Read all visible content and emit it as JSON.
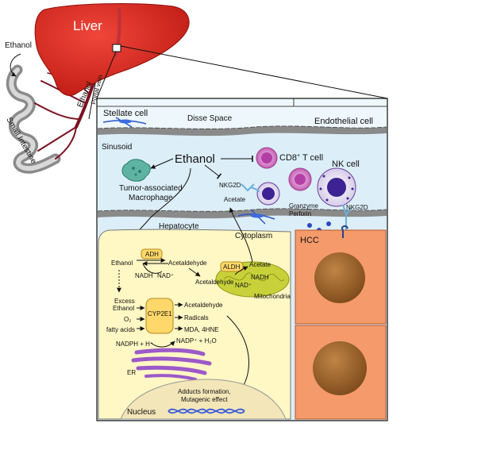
{
  "labels": {
    "liver": "Liver",
    "ethanol_intake": "Ethanol",
    "ethanol_vessel": "Ethanol",
    "portal_vein": "Portal vein",
    "small_intestine": "Small Intestine",
    "stellate_cell": "Stellate cell",
    "disse_space": "Disse Space",
    "endothelial_cell": "Endothelial cell",
    "sinusoid": "Sinusoid",
    "ethanol_center": "Ethanol",
    "cd8_prefix": "CD8",
    "cd8_sup": "+",
    "cd8_suffix": " T cell",
    "nk_cell": "NK cell",
    "tam_line1": "Tumor-associated",
    "tam_line2": "Macrophage",
    "nkg2d_left": "NKG2D",
    "nkg2d_right": "NKG2D",
    "acetate_top": "Acetate",
    "granzyme": "Granzyme",
    "perforin": "Perforin",
    "hepatocyte": "Hepatocyte",
    "cytoplasm": "Cytoplasm",
    "hcc": "HCC",
    "adh": "ADH",
    "ethanol_hep": "Ethanol",
    "acetaldehyde_1": "Acetaldehyde",
    "nadh_1": "NADH",
    "nad_1": "NAD⁺",
    "aldh": "ALDH",
    "acetate_mito": "Acetate",
    "acetaldehyde_mito": "Acetaldehyde",
    "nadh_mito": "NADH",
    "nad_mito": "NAD⁺",
    "mitochondria": "Mitochondria",
    "excess": "Excess",
    "excess_ethanol": "Ethanol",
    "o2": "O₂",
    "fatty_acids": "fatty acids",
    "cyp2e1": "CYP2E1",
    "acetaldehyde_2": "Acetaldehyde",
    "radicals": "Radicals",
    "mda": "MDA, 4HNE",
    "nadph": "NADPH + H⁺",
    "nadp": "NADP⁺ + H₂O",
    "er": "ER",
    "adducts": "Adducts formation,",
    "mutagenic": "Mutagenic effect",
    "nucleus": "Nucleus"
  },
  "colors": {
    "liver": "#e0261f",
    "liver_dark": "#b0170f",
    "vessel": "#7a1020",
    "intestine": "#8a8a8a",
    "sinusoid_bg": "#dceef7",
    "hepatocyte_bg": "#fff7c4",
    "hcc_bg": "#f59a6a",
    "nucleus_hcc": "#a86b2e",
    "er": "#9b59c9",
    "mito": "#c8d13a",
    "enzyme": "#ffd76a",
    "nucleus_hep": "#f3e6b8",
    "cd8": "#c75ab8",
    "nk": "#6b3fa0",
    "dna": "#3b5bd8"
  }
}
